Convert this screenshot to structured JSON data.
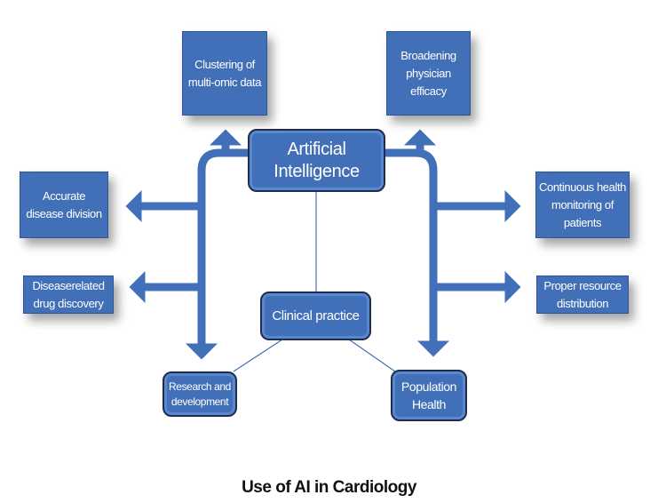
{
  "title": "Use of AI in Cardiology",
  "colors": {
    "node": "#4270b8",
    "arrow": "#4270b8"
  },
  "nodes": {
    "center": "Artificial Intelligence",
    "clustering": "Clustering of multi-omic data",
    "broadening": "Broadening physician efficacy",
    "accurate": "Accurate disease division",
    "continuous": "Continuous health monitoring of patients",
    "drug": "Diseaserelated drug discovery",
    "resource": "Proper resource distribution",
    "clinical": "Clinical practice",
    "research": "Research and development",
    "population": "Population Health"
  }
}
